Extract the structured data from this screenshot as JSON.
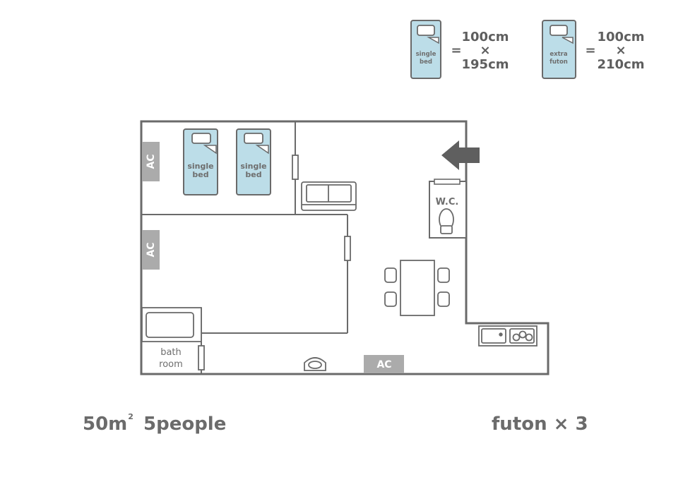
{
  "legend": {
    "single_bed": {
      "line1": "single",
      "line2": "bed",
      "dim_w": "100cm",
      "dim_x": "×",
      "dim_h": "195cm"
    },
    "extra_futon": {
      "line1": "extra",
      "line2": "futon",
      "dim_w": "100cm",
      "dim_x": "×",
      "dim_h": "210cm"
    },
    "equals": "="
  },
  "rooms": {
    "bed1": {
      "line1": "single",
      "line2": "bed"
    },
    "bed2": {
      "line1": "single",
      "line2": "bed"
    },
    "ac_top": "AC",
    "ac_mid": "AC",
    "ac_bottom": "AC",
    "wc": "W.C.",
    "bath_line1": "bath",
    "bath_line2": "room"
  },
  "footer": {
    "area": "50m",
    "area_sup": "2",
    "people": "5people",
    "futon": "futon × 3"
  },
  "colors": {
    "wall": "#6a6a6a",
    "bed_fill": "#bcdde8",
    "ac_fill": "#ababab",
    "arrow": "#5f5f5f"
  },
  "icons": [
    "entrance-arrow-icon",
    "sofa-icon",
    "toilet-icon",
    "sink-icon",
    "stove-icon",
    "bathtub-icon",
    "washbasin-icon",
    "chair-icon",
    "table-icon"
  ]
}
